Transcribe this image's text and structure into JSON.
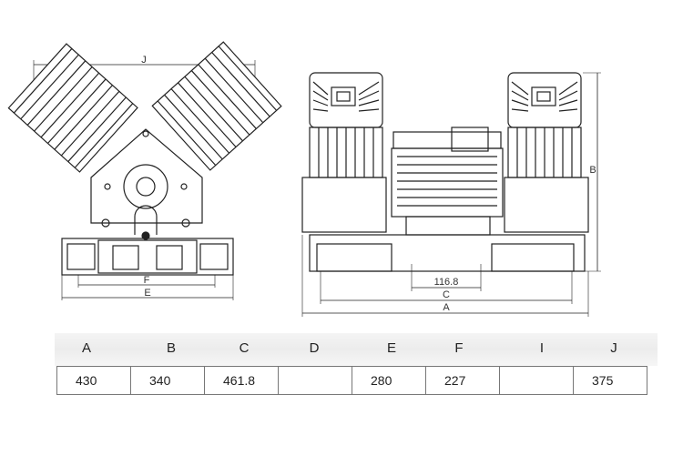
{
  "dimensions": {
    "side_view": {
      "width_label": "J",
      "lower_label_1": "F",
      "lower_label_2": "E"
    },
    "front_view": {
      "height_label": "B",
      "inner_value": "116.8",
      "label_c": "C",
      "label_a": "A"
    }
  },
  "table": {
    "headers": [
      "A",
      "B",
      "C",
      "D",
      "E",
      "F",
      "I",
      "J"
    ],
    "values": [
      "430",
      "340",
      "461.8",
      "",
      "280",
      "227",
      "",
      "375"
    ]
  }
}
